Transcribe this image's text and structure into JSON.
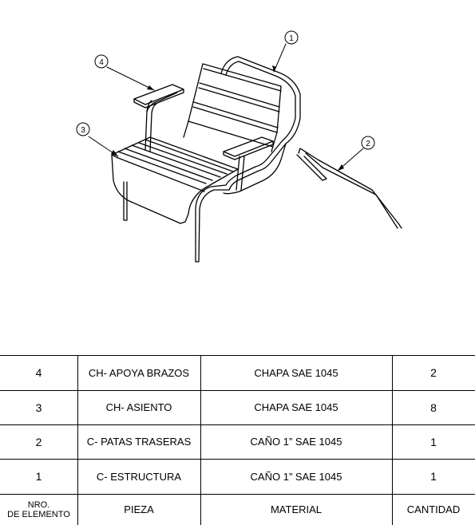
{
  "callouts": [
    "1",
    "2",
    "3",
    "4"
  ],
  "bom": {
    "rows": [
      {
        "nro": "4",
        "pieza": "CH- APOYA BRAZOS",
        "material": "CHAPA SAE 1045",
        "cantidad": "2"
      },
      {
        "nro": "3",
        "pieza": "CH- ASIENTO",
        "material": "CHAPA SAE 1045",
        "cantidad": "8"
      },
      {
        "nro": "2",
        "pieza": "C- PATAS TRASERAS",
        "material": "CAÑO 1” SAE 1045",
        "cantidad": "1"
      },
      {
        "nro": "1",
        "pieza": "C- ESTRUCTURA",
        "material": "CAÑO 1” SAE 1045",
        "cantidad": "1"
      }
    ],
    "header": {
      "nro_line1": "NRO.",
      "nro_line2": "DE ELEMENTO",
      "pieza": "PIEZA",
      "material": "MATERIAL",
      "cantidad": "CANTIDAD"
    }
  }
}
